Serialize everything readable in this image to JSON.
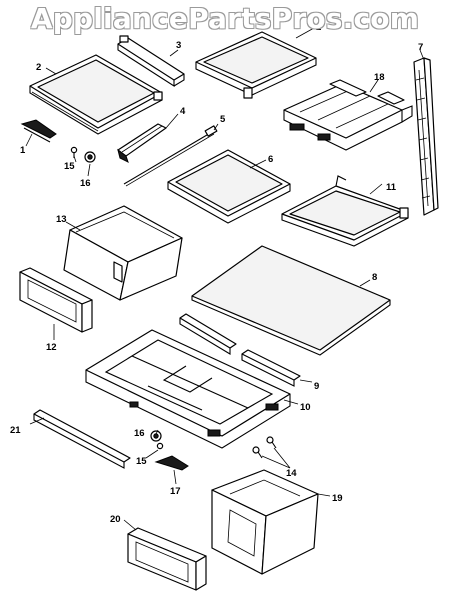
{
  "watermark": "AppliancePartsPros.com",
  "callouts": [
    {
      "id": "p1",
      "text": "1"
    },
    {
      "id": "p2a",
      "text": "2"
    },
    {
      "id": "p2b",
      "text": "2"
    },
    {
      "id": "p3",
      "text": "3"
    },
    {
      "id": "p4",
      "text": "4"
    },
    {
      "id": "p5",
      "text": "5"
    },
    {
      "id": "p6",
      "text": "6"
    },
    {
      "id": "p7",
      "text": "7"
    },
    {
      "id": "p8",
      "text": "8"
    },
    {
      "id": "p9",
      "text": "9"
    },
    {
      "id": "p10",
      "text": "10"
    },
    {
      "id": "p11",
      "text": "11"
    },
    {
      "id": "p12",
      "text": "12"
    },
    {
      "id": "p13",
      "text": "13"
    },
    {
      "id": "p14",
      "text": "14"
    },
    {
      "id": "p15a",
      "text": "15"
    },
    {
      "id": "p15b",
      "text": "15"
    },
    {
      "id": "p16a",
      "text": "16"
    },
    {
      "id": "p16b",
      "text": "16"
    },
    {
      "id": "p17",
      "text": "17"
    },
    {
      "id": "p18",
      "text": "18"
    },
    {
      "id": "p19",
      "text": "19"
    },
    {
      "id": "p20",
      "text": "20"
    },
    {
      "id": "p21",
      "text": "21"
    }
  ]
}
